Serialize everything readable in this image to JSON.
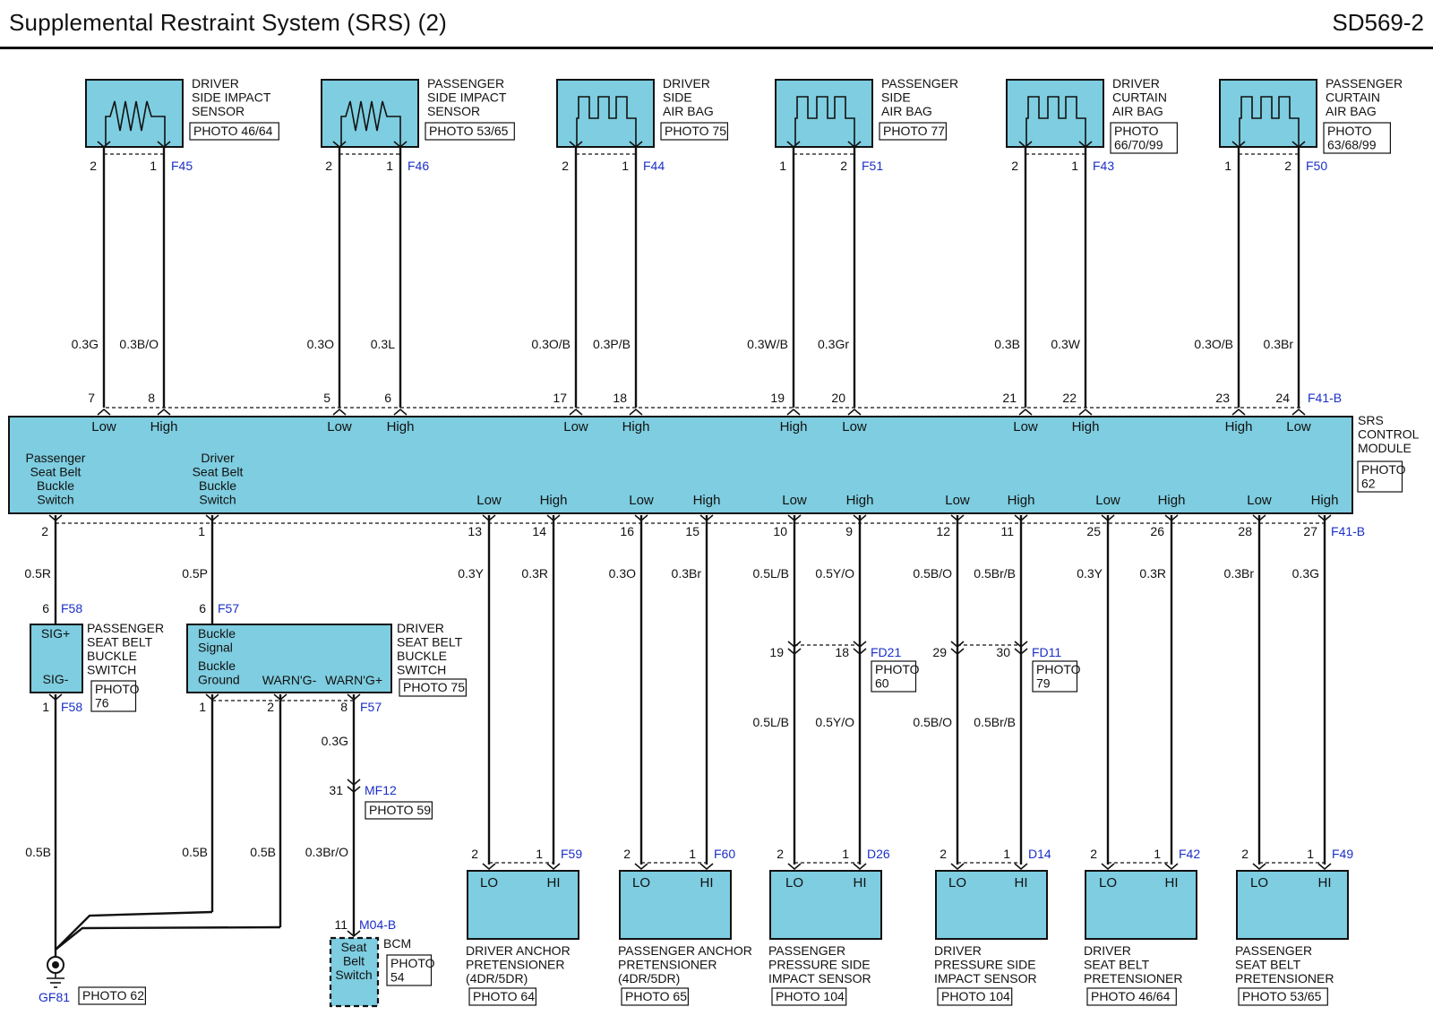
{
  "header": {
    "title": "Supplemental Restraint System (SRS) (2)",
    "code": "SD569-2"
  },
  "colors": {
    "component_fill": "#7ecde0",
    "connector_id": "#1a2fc8",
    "line": "#111111"
  },
  "components": {
    "sensor_drv_side": {
      "lines": [
        "DRIVER",
        "SIDE IMPACT",
        "SENSOR"
      ],
      "photo": "PHOTO 46/64",
      "icon": "resistor-icon"
    },
    "sensor_pass_side": {
      "lines": [
        "PASSENGER",
        "SIDE IMPACT",
        "SENSOR"
      ],
      "photo": "PHOTO 53/65",
      "icon": "resistor-icon"
    },
    "airbag_drv_side": {
      "lines": [
        "DRIVER",
        "SIDE",
        "AIR BAG"
      ],
      "photo": "PHOTO 75",
      "icon": "squib-icon"
    },
    "airbag_pass_side": {
      "lines": [
        "PASSENGER",
        "SIDE",
        "AIR BAG"
      ],
      "photo": "PHOTO 77",
      "icon": "squib-icon"
    },
    "curtain_drv": {
      "lines": [
        "DRIVER",
        "CURTAIN",
        "AIR BAG"
      ],
      "photo_lines": [
        "PHOTO",
        "66/70/99"
      ],
      "icon": "squib-icon"
    },
    "curtain_pass": {
      "lines": [
        "PASSENGER",
        "CURTAIN",
        "AIR BAG"
      ],
      "photo_lines": [
        "PHOTO",
        "63/68/99"
      ],
      "icon": "squib-icon"
    },
    "srs_module": {
      "lines": [
        "SRS",
        "CONTROL",
        "MODULE"
      ],
      "photo_lines": [
        "PHOTO",
        "62"
      ]
    },
    "pass_buckle": {
      "lines": [
        "PASSENGER",
        "SEAT BELT",
        "BUCKLE",
        "SWITCH"
      ],
      "photo_lines": [
        "PHOTO",
        "76"
      ],
      "pins": [
        "SIG+",
        "SIG-"
      ]
    },
    "drv_buckle": {
      "lines": [
        "DRIVER",
        "SEAT BELT",
        "BUCKLE",
        "SWITCH"
      ],
      "photo": "PHOTO 75",
      "pins": [
        "Buckle",
        "Signal",
        "Buckle",
        "Ground",
        "WARN'G-",
        "WARN'G+"
      ]
    },
    "mf12_photo": "PHOTO 59",
    "bcm": {
      "label": "BCM",
      "photo_lines": [
        "PHOTO",
        "54"
      ],
      "box_lines": [
        "Seat",
        "Belt",
        "Switch"
      ]
    },
    "ground": {
      "id": "GF81",
      "photo": "PHOTO 62"
    },
    "fd21_photo": [
      "PHOTO",
      "60"
    ],
    "fd11_photo": [
      "PHOTO",
      "79"
    ],
    "bottom": [
      {
        "lines": [
          "DRIVER ANCHOR",
          "PRETENSIONER",
          "(4DR/5DR)"
        ],
        "photo": "PHOTO 64",
        "pins": [
          "LO",
          "HI"
        ]
      },
      {
        "lines": [
          "PASSENGER ANCHOR",
          "PRETENSIONER",
          "(4DR/5DR)"
        ],
        "photo": "PHOTO 65",
        "pins": [
          "LO",
          "HI"
        ]
      },
      {
        "lines": [
          "PASSENGER",
          "PRESSURE SIDE",
          "IMPACT SENSOR"
        ],
        "photo": "PHOTO 104",
        "pins": [
          "LO",
          "HI"
        ]
      },
      {
        "lines": [
          "DRIVER",
          "PRESSURE SIDE",
          "IMPACT SENSOR"
        ],
        "photo": "PHOTO 104",
        "pins": [
          "LO",
          "HI"
        ]
      },
      {
        "lines": [
          "DRIVER",
          "SEAT BELT",
          "PRETENSIONER"
        ],
        "photo": "PHOTO 46/64",
        "pins": [
          "LO",
          "HI"
        ]
      },
      {
        "lines": [
          "PASSENGER",
          "SEAT BELT",
          "PRETENSIONER"
        ],
        "photo": "PHOTO 53/65",
        "pins": [
          "LO",
          "HI"
        ]
      }
    ]
  },
  "module_labels": {
    "top": [
      "Low",
      "High",
      "Low",
      "High",
      "Low",
      "High",
      "High",
      "Low",
      "Low",
      "High",
      "High",
      "Low"
    ],
    "bottom_left": [
      [
        "Passenger",
        "Seat Belt",
        "Buckle",
        "Switch"
      ],
      [
        "Driver",
        "Seat Belt",
        "Buckle",
        "Switch"
      ]
    ],
    "bottom": [
      "Low",
      "High",
      "Low",
      "High",
      "Low",
      "High",
      "Low",
      "High",
      "Low",
      "High",
      "Low",
      "High"
    ]
  },
  "connectors": [
    "F45",
    "F46",
    "F44",
    "F51",
    "F43",
    "F50",
    "F41-B",
    "F41-B",
    "F58",
    "F58",
    "F57",
    "F57",
    "MF12",
    "M04-B",
    "FD21",
    "FD11",
    "F59",
    "F60",
    "D26",
    "D14",
    "F42",
    "F49"
  ],
  "top_wires": [
    {
      "top_pins": [
        "2",
        "1"
      ],
      "colors": [
        "0.3G",
        "0.3B/O"
      ],
      "module_pins": [
        "7",
        "8"
      ]
    },
    {
      "top_pins": [
        "2",
        "1"
      ],
      "colors": [
        "0.3O",
        "0.3L"
      ],
      "module_pins": [
        "5",
        "6"
      ]
    },
    {
      "top_pins": [
        "2",
        "1"
      ],
      "colors": [
        "0.3O/B",
        "0.3P/B"
      ],
      "module_pins": [
        "17",
        "18"
      ]
    },
    {
      "top_pins": [
        "1",
        "2"
      ],
      "colors": [
        "0.3W/B",
        "0.3Gr"
      ],
      "module_pins": [
        "19",
        "20"
      ]
    },
    {
      "top_pins": [
        "2",
        "1"
      ],
      "colors": [
        "0.3B",
        "0.3W"
      ],
      "module_pins": [
        "21",
        "22"
      ]
    },
    {
      "top_pins": [
        "1",
        "2"
      ],
      "colors": [
        "0.3O/B",
        "0.3Br"
      ],
      "module_pins": [
        "23",
        "24"
      ]
    }
  ],
  "bottom_wires": {
    "module_pins": [
      "2",
      "1",
      "13",
      "14",
      "16",
      "15",
      "10",
      "9",
      "12",
      "11",
      "25",
      "26",
      "28",
      "27"
    ],
    "colors": [
      "0.5R",
      "0.5P",
      "0.3Y",
      "0.3R",
      "0.3O",
      "0.3Br",
      "0.5L/B",
      "0.5Y/O",
      "0.5B/O",
      "0.5Br/B",
      "0.3Y",
      "0.3R",
      "0.3Br",
      "0.3G"
    ],
    "inline_pins": [
      "19",
      "18",
      "29",
      "30"
    ],
    "inline_colors": [
      "0.5L/B",
      "0.5Y/O",
      "0.5B/O",
      "0.5Br/B"
    ],
    "comp_pins": [
      "2",
      "1",
      "2",
      "1",
      "2",
      "1",
      "2",
      "1",
      "2",
      "1",
      "2",
      "1"
    ],
    "buckle_pins": [
      "6",
      "6",
      "1",
      "1",
      "2",
      "8",
      "31",
      "11"
    ],
    "lower_colors": [
      "0.3G",
      "0.5B",
      "0.5B",
      "0.5B",
      "0.3Br/O"
    ]
  }
}
